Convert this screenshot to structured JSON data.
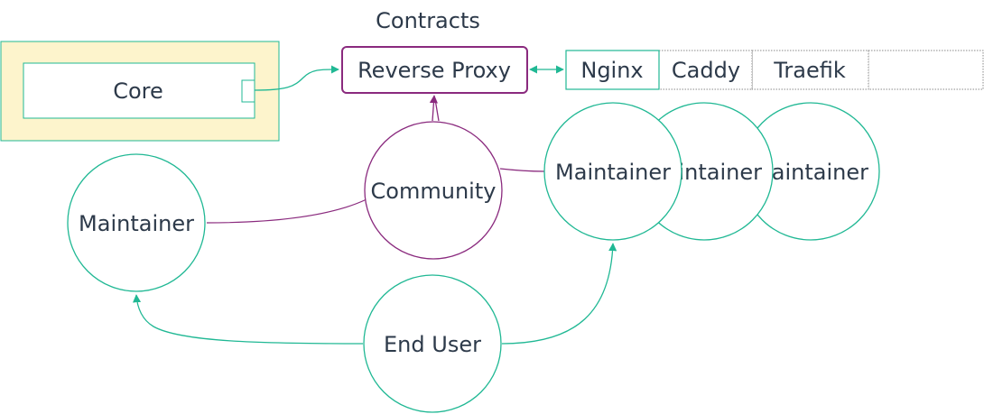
{
  "group_title": "Contracts",
  "core": {
    "label": "Core"
  },
  "reverse_proxy": {
    "label": "Reverse Proxy"
  },
  "implementations": [
    "Nginx",
    "Caddy",
    "Traefik",
    ""
  ],
  "community": {
    "label": "Community"
  },
  "end_user": {
    "label": "End User"
  },
  "maintainer_left": {
    "label": "Maintainer"
  },
  "maintainer_stack": [
    "Maintainer",
    "Maintainer",
    "Maintainer"
  ],
  "colors": {
    "teal": "#20b894",
    "purple": "#8a2a7e",
    "core_fill": "#fdf4cc",
    "text": "#2d3a4a"
  }
}
